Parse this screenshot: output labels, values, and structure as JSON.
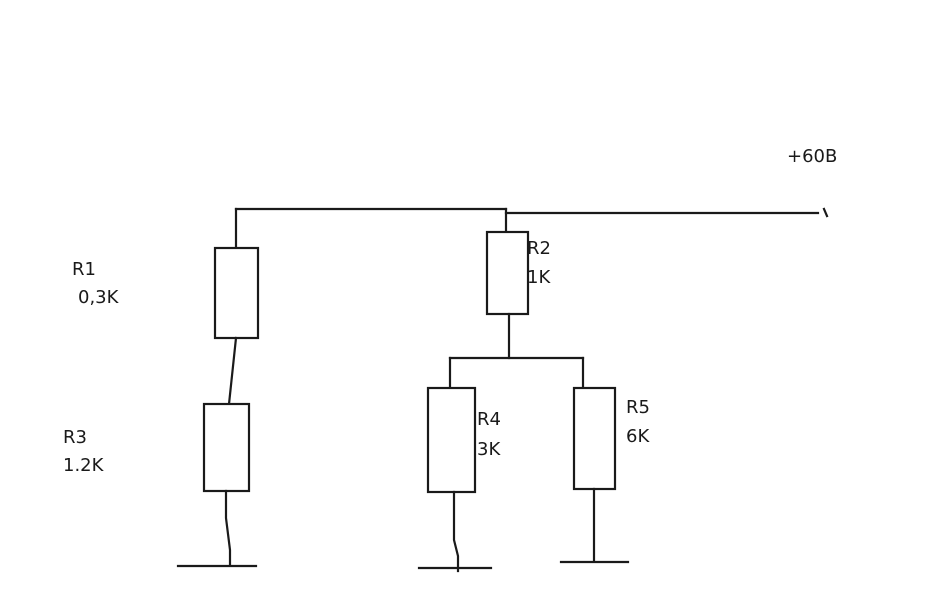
{
  "supply": {
    "label": "+60B"
  },
  "resistors": {
    "r1": {
      "name": "R1",
      "value": "0,3K"
    },
    "r2": {
      "name": "R2",
      "value": "1K"
    },
    "r3": {
      "name": "R3",
      "value": "1.2K"
    },
    "r4": {
      "name": "R4",
      "value": "3K"
    },
    "r5": {
      "name": "R5",
      "value": "6K"
    }
  }
}
